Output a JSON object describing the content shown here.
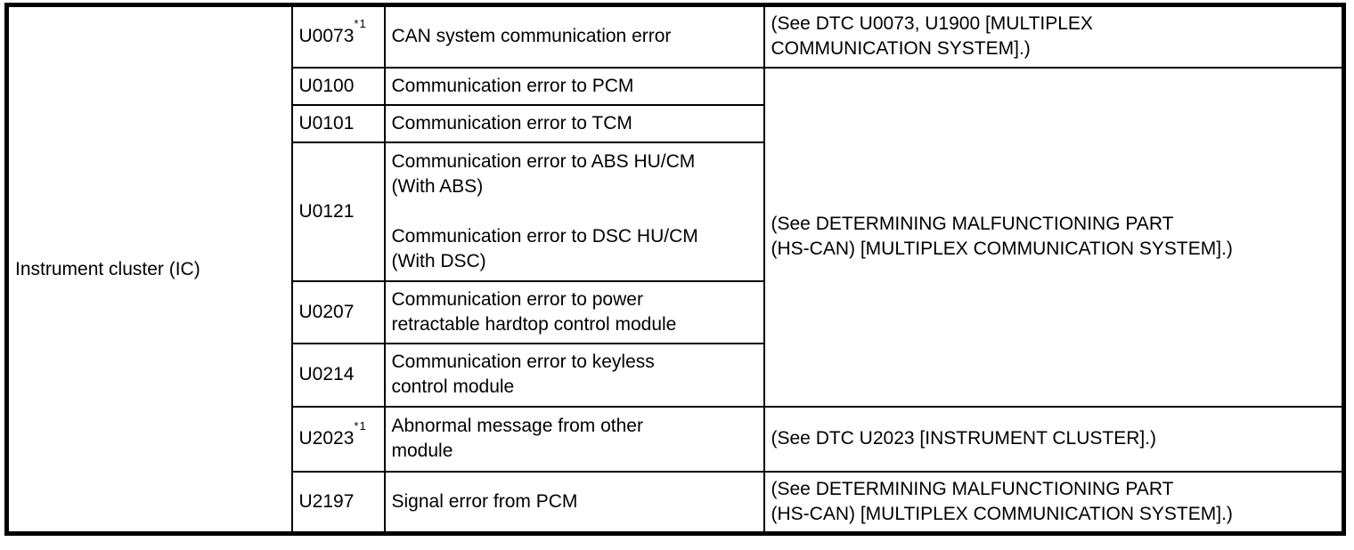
{
  "page": {
    "background": "#ffffff",
    "border_color": "#000000",
    "text_color": "#000000"
  },
  "table": {
    "system": "Instrument cluster (IC)",
    "shared_ref_lines": [
      "(See DETERMINING MALFUNCTIONING PART",
      "(HS-CAN) [MULTIPLEX COMMUNICATION SYSTEM].)"
    ],
    "rows": [
      {
        "code": "U0073",
        "code_suffix": "*1",
        "desc_lines": [
          "CAN system communication error"
        ],
        "ref_lines": [
          "(See DTC U0073, U1900 [MULTIPLEX",
          "COMMUNICATION SYSTEM].)"
        ]
      },
      {
        "code": "U0100",
        "desc_lines": [
          "Communication error to PCM"
        ]
      },
      {
        "code": "U0101",
        "desc_lines": [
          "Communication error to TCM"
        ]
      },
      {
        "code": "U0121",
        "desc_lines": [
          "Communication error to ABS HU/CM",
          "(With ABS)",
          "",
          "Communication error to DSC HU/CM",
          "(With DSC)"
        ]
      },
      {
        "code": "U0207",
        "desc_lines": [
          "Communication error to power",
          "retractable hardtop control module"
        ]
      },
      {
        "code": "U0214",
        "desc_lines": [
          "Communication error to keyless",
          "control module"
        ]
      },
      {
        "code": "U2023",
        "code_suffix": "*1",
        "desc_lines": [
          "Abnormal message from other",
          "module"
        ],
        "ref_lines": [
          "(See DTC U2023 [INSTRUMENT CLUSTER].)"
        ]
      },
      {
        "code": "U2197",
        "desc_lines": [
          "Signal error from PCM"
        ],
        "ref_lines": [
          "(See DETERMINING MALFUNCTIONING PART",
          "(HS-CAN) [MULTIPLEX COMMUNICATION SYSTEM].)"
        ]
      }
    ]
  }
}
